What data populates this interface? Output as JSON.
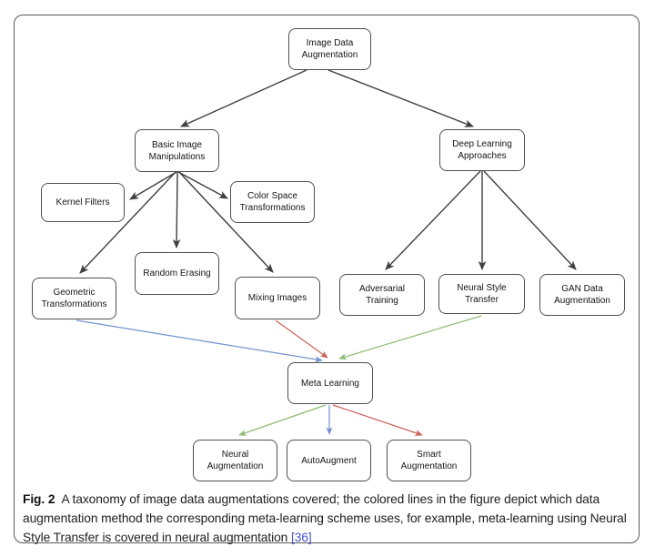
{
  "figure": {
    "caption": {
      "label": "Fig. 2",
      "text": "A taxonomy of image data augmentations covered; the colored lines in the figure depict which data augmentation method the corresponding meta-learning scheme uses, for example, meta-learning using Neural Style Transfer is covered in neural augmentation",
      "citation": "[36]"
    },
    "colors": {
      "edge_black": "#3f3f3f",
      "edge_blue": "#7191cf",
      "edge_red": "#cc6059",
      "edge_green": "#8cbb70",
      "node_border": "#4f4f4f",
      "citation_link": "#4a53cf"
    },
    "nodes": [
      {
        "id": "image-data-augmentation",
        "label": "Image Data Augmentation"
      },
      {
        "id": "basic-image-manipulations",
        "label": "Basic Image Manipulations"
      },
      {
        "id": "deep-learning-approaches",
        "label": "Deep Learning Approaches"
      },
      {
        "id": "kernel-filters",
        "label": "Kernel Filters"
      },
      {
        "id": "color-space-transformations",
        "label": "Color Space Transformations"
      },
      {
        "id": "geometric-transformations",
        "label": "Geometric Transformations"
      },
      {
        "id": "random-erasing",
        "label": "Random Erasing"
      },
      {
        "id": "mixing-images",
        "label": "Mixing Images"
      },
      {
        "id": "adversarial-training",
        "label": "Adversarial Training"
      },
      {
        "id": "neural-style-transfer",
        "label": "Neural Style Transfer"
      },
      {
        "id": "gan-data-augmentation",
        "label": "GAN Data Augmentation"
      },
      {
        "id": "meta-learning",
        "label": "Meta Learning"
      },
      {
        "id": "neural-augmentation",
        "label": "Neural Augmentation"
      },
      {
        "id": "autoaugment",
        "label": "AutoAugment"
      },
      {
        "id": "smart-augmentation",
        "label": "Smart Augmentation"
      }
    ],
    "edges": [
      {
        "from": "Image Data Augmentation",
        "to": "Basic Image Manipulations",
        "color": "black"
      },
      {
        "from": "Image Data Augmentation",
        "to": "Deep Learning Approaches",
        "color": "black"
      },
      {
        "from": "Basic Image Manipulations",
        "to": "Kernel Filters",
        "color": "black"
      },
      {
        "from": "Basic Image Manipulations",
        "to": "Color Space Transformations",
        "color": "black"
      },
      {
        "from": "Basic Image Manipulations",
        "to": "Geometric Transformations",
        "color": "black"
      },
      {
        "from": "Basic Image Manipulations",
        "to": "Random Erasing",
        "color": "black"
      },
      {
        "from": "Basic Image Manipulations",
        "to": "Mixing Images",
        "color": "black"
      },
      {
        "from": "Deep Learning Approaches",
        "to": "Adversarial Training",
        "color": "black"
      },
      {
        "from": "Deep Learning Approaches",
        "to": "Neural Style Transfer",
        "color": "black"
      },
      {
        "from": "Deep Learning Approaches",
        "to": "GAN Data Augmentation",
        "color": "black"
      },
      {
        "from": "Geometric Transformations",
        "to": "Meta Learning",
        "color": "blue"
      },
      {
        "from": "Mixing Images",
        "to": "Meta Learning",
        "color": "red"
      },
      {
        "from": "Neural Style Transfer",
        "to": "Meta Learning",
        "color": "green"
      },
      {
        "from": "Meta Learning",
        "to": "Neural Augmentation",
        "color": "green"
      },
      {
        "from": "Meta Learning",
        "to": "AutoAugment",
        "color": "blue"
      },
      {
        "from": "Meta Learning",
        "to": "Smart Augmentation",
        "color": "red"
      }
    ]
  }
}
